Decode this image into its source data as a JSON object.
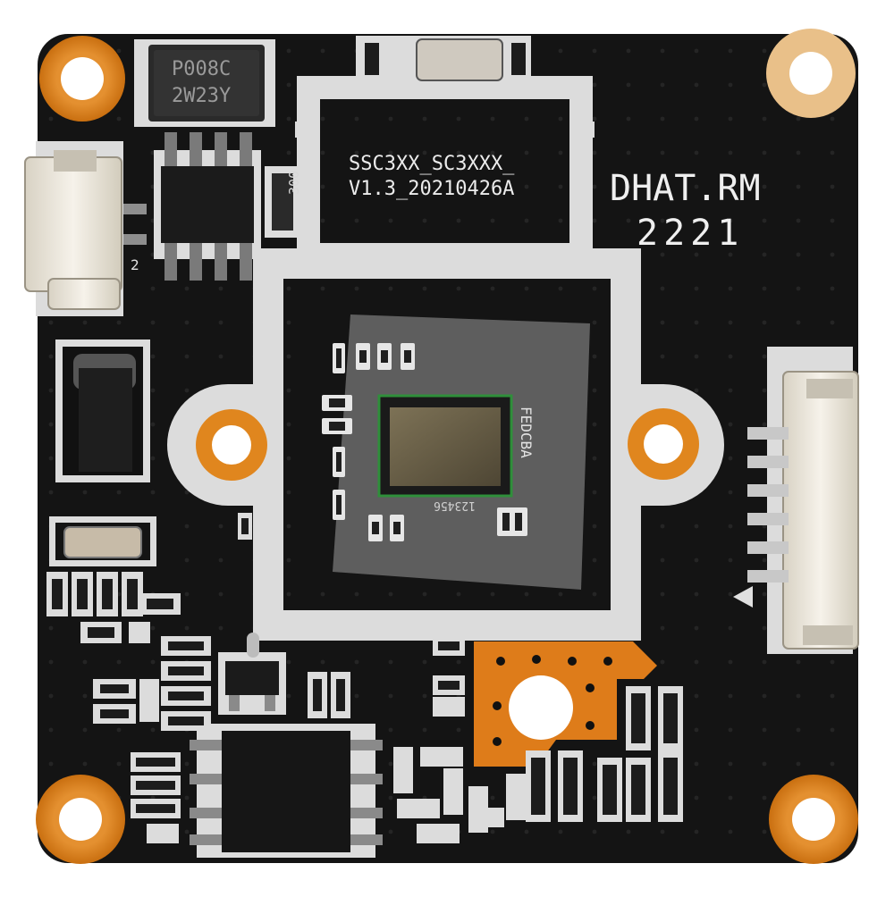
{
  "board": {
    "silk_version_line1": "SSC3XX_SC3XXX_",
    "silk_version_line2": "V1.3_20210426A",
    "silk_model": "DHAT.RM",
    "silk_code": "2221",
    "regulator_marking_line1": "P008C",
    "regulator_marking_line2": "2W23Y",
    "resistor_marking": "300",
    "sensor_pad_labels": "FEDCBA",
    "sensor_pin_labels": "123456",
    "connector_pin_label": "2"
  },
  "colors": {
    "pcb": "#141414",
    "silkscreen": "#e8e8e8",
    "copper_pad": "#e08a24",
    "copper_ring_dark": "#c96f10",
    "connector_body": "#f0ebe0",
    "chip": "#1b1b1b",
    "sensor_die": "#6a5f45"
  }
}
